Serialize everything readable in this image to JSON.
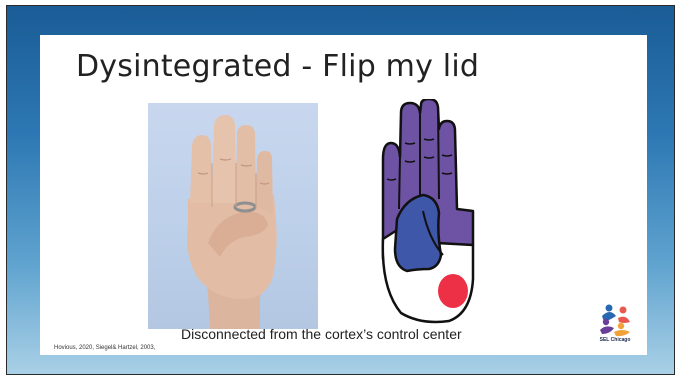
{
  "slide": {
    "title": "Dysintegrated - Flip my lid",
    "caption": "Disconnected from the cortex’s control center",
    "citation": "Hovious, 2020, Siegel& Hartzel, 2003,",
    "logo": {
      "text": "SEL Chicago"
    }
  },
  "colors": {
    "background_top": "#1a5c96",
    "background_bottom": "#a9d0e6",
    "slide_card": "#ffffff",
    "drawing_purple": "#6e52a3",
    "drawing_blue": "#3e57a8",
    "drawing_red": "#ee3046"
  },
  "icons": {
    "photo": "hand-fingers-over-thumb-photo",
    "drawing": "hand-brain-model-drawing",
    "logo": "sel-chicago-logo-icon"
  }
}
